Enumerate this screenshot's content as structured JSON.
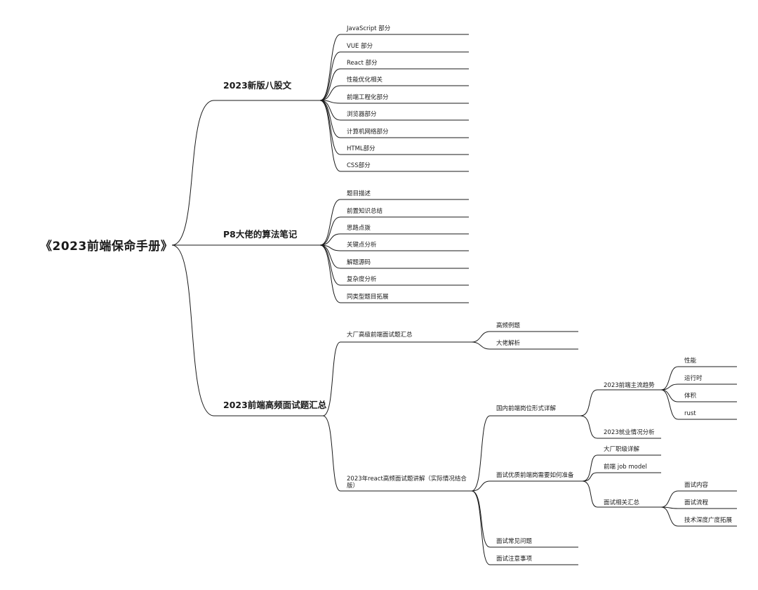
{
  "root": "《2023前端保命手册》",
  "branches": {
    "b1": {
      "label": "2023新版八股文",
      "items": [
        "JavaScript 部分",
        "VUE 部分",
        "React 部分",
        "性能优化相关",
        "前端工程化部分",
        "浏览器部分",
        "计算机网络部分",
        "HTML部分",
        "CSS部分"
      ]
    },
    "b2": {
      "label": "P8大佬的算法笔记",
      "items": [
        "题目描述",
        "前置知识总结",
        "思路点拨",
        "关键点分析",
        "解题源码",
        "复杂度分析",
        "同类型题目拓展"
      ]
    },
    "b3": {
      "label": "2023前端高频面试题汇总",
      "c1": {
        "label": "大厂高级前端面试题汇总",
        "items": [
          "高频例题",
          "大佬解析"
        ]
      },
      "c2": {
        "label_line1": "2023年react高频面试题讲解（实际情况结合",
        "label_line2": "版）",
        "d1": {
          "label": "国内前端岗位形式详解",
          "e1": {
            "label": "2023前端主流趋势",
            "items": [
              "性能",
              "运行时",
              "体积",
              "rust"
            ]
          },
          "e2": {
            "label": "2023就业情况分析"
          }
        },
        "d2": {
          "label": "面试优质前端岗需要如何准备",
          "f1": {
            "label": "大厂职级详解"
          },
          "f2": {
            "label": "前端 job model"
          },
          "f3": {
            "label": "面试相关汇总",
            "items": [
              "面试内容",
              "面试流程",
              "技术深度广度拓展"
            ]
          }
        },
        "d3": {
          "label": "面试常见问题"
        },
        "d4": {
          "label": "面试注意事项"
        }
      }
    }
  }
}
